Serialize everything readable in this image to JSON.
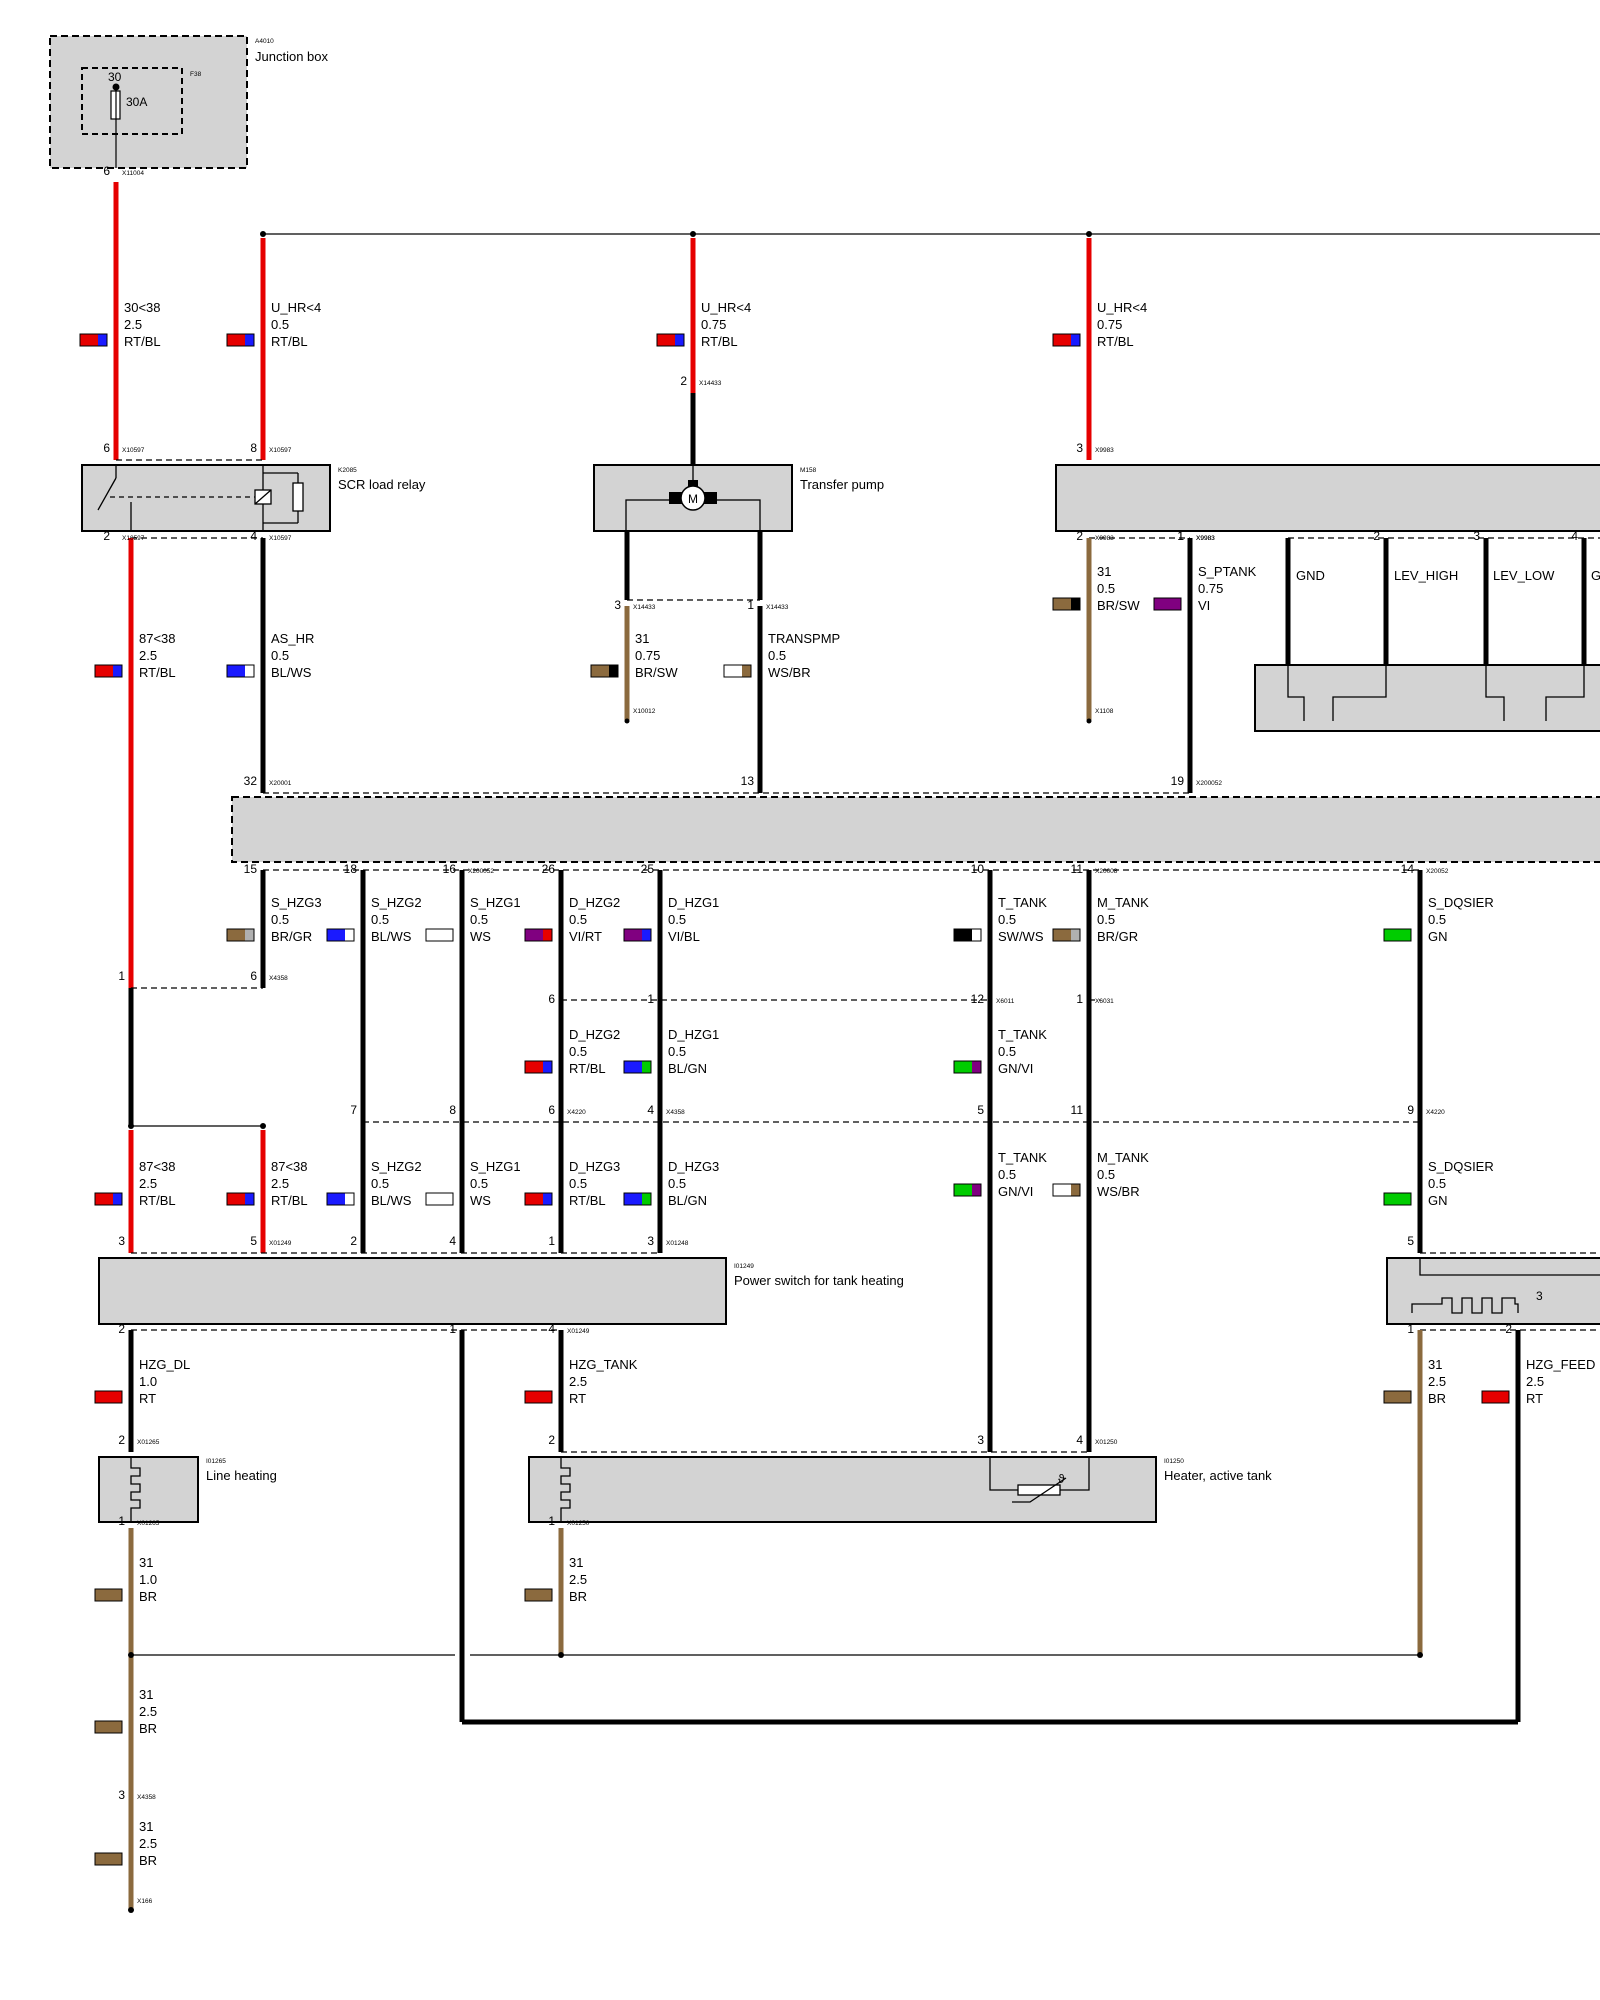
{
  "components": {
    "junction_box": {
      "code": "A4010",
      "name": "Junction box",
      "fuse_code": "F38",
      "fuse_terminal": "30",
      "fuse_rating": "30A"
    },
    "scr_load_relay": {
      "code": "K2085",
      "name": "SCR load relay"
    },
    "transfer_pump": {
      "code": "M158",
      "name": "Transfer pump"
    },
    "power_switch": {
      "code": "I01249",
      "name": "Power switch for tank heating"
    },
    "line_heating": {
      "code": "I01265",
      "name": "Line heating"
    },
    "heater_active_tank": {
      "code": "I01250",
      "name": "Heater, active tank",
      "theta": "ϑ"
    },
    "right_module": {
      "number": "3"
    }
  },
  "connectors": [
    {
      "id": "X11004",
      "pin": "6"
    },
    {
      "id": "X14433",
      "pin": "2"
    },
    {
      "id": "X10597",
      "pin": "6"
    },
    {
      "id": "X10597",
      "pin": "8"
    },
    {
      "id": "X9983",
      "pin": "3"
    },
    {
      "id": "X10597",
      "pin": "2"
    },
    {
      "id": "X10597",
      "pin": "4"
    },
    {
      "id": "X14433",
      "pin": "3"
    },
    {
      "id": "X14433",
      "pin": "1"
    },
    {
      "id": "X9983",
      "pin": "2"
    },
    {
      "id": "X9983",
      "pin": "1"
    },
    {
      "id": "X10012",
      "pin": ""
    },
    {
      "id": "X1108",
      "pin": ""
    },
    {
      "id": "X20001",
      "pin": "32"
    },
    {
      "id": "",
      "pin": "13"
    },
    {
      "id": "X200052",
      "pin": "19"
    },
    {
      "id": "",
      "pin": "15"
    },
    {
      "id": "",
      "pin": "18"
    },
    {
      "id": "X200052",
      "pin": "16"
    },
    {
      "id": "",
      "pin": "26"
    },
    {
      "id": "",
      "pin": "25"
    },
    {
      "id": "",
      "pin": "10"
    },
    {
      "id": "X20008",
      "pin": "11"
    },
    {
      "id": "X20052",
      "pin": "14"
    },
    {
      "id": "X4358",
      "pin": "6"
    },
    {
      "id": "",
      "pin": "1"
    },
    {
      "id": "",
      "pin": "6"
    },
    {
      "id": "",
      "pin": "1"
    },
    {
      "id": "X6011",
      "pin": "12"
    },
    {
      "id": "X6031",
      "pin": "1"
    },
    {
      "id": "",
      "pin": "7"
    },
    {
      "id": "",
      "pin": "8"
    },
    {
      "id": "X4220",
      "pin": "6"
    },
    {
      "id": "X4358",
      "pin": "4"
    },
    {
      "id": "",
      "pin": "5"
    },
    {
      "id": "",
      "pin": "11"
    },
    {
      "id": "X4220",
      "pin": "9"
    },
    {
      "id": "",
      "pin": "3"
    },
    {
      "id": "X01249",
      "pin": "5"
    },
    {
      "id": "",
      "pin": "2"
    },
    {
      "id": "",
      "pin": "4"
    },
    {
      "id": "",
      "pin": "1"
    },
    {
      "id": "X01248",
      "pin": "3"
    },
    {
      "id": "",
      "pin": "5"
    },
    {
      "id": "",
      "pin": "2"
    },
    {
      "id": "",
      "pin": "1"
    },
    {
      "id": "X01249",
      "pin": "4"
    },
    {
      "id": "",
      "pin": "1"
    },
    {
      "id": "",
      "pin": "2"
    },
    {
      "id": "X01265",
      "pin": "2"
    },
    {
      "id": "",
      "pin": "2"
    },
    {
      "id": "",
      "pin": "3"
    },
    {
      "id": "X01250",
      "pin": "4"
    },
    {
      "id": "X01265",
      "pin": "1"
    },
    {
      "id": "X01250",
      "pin": "1"
    },
    {
      "id": "X4358",
      "pin": "3"
    },
    {
      "id": "X166",
      "pin": ""
    },
    {
      "id": "X9983",
      "pin": "1"
    },
    {
      "id": "",
      "pin": "2"
    },
    {
      "id": "",
      "pin": "3"
    },
    {
      "id": "",
      "pin": "4"
    },
    {
      "id": "X",
      "pin": ""
    }
  ],
  "wires": [
    {
      "signal": "30<38",
      "size": "2.5",
      "color": "RT/BL",
      "c1": "#e60000",
      "c2": "#1a1aff"
    },
    {
      "signal": "U_HR<4",
      "size": "0.5",
      "color": "RT/BL",
      "c1": "#e60000",
      "c2": "#1a1aff"
    },
    {
      "signal": "U_HR<4",
      "size": "0.75",
      "color": "RT/BL",
      "c1": "#e60000",
      "c2": "#1a1aff"
    },
    {
      "signal": "U_HR<4",
      "size": "0.75",
      "color": "RT/BL",
      "c1": "#e60000",
      "c2": "#1a1aff"
    },
    {
      "signal": "31",
      "size": "0.5",
      "color": "BR/SW",
      "c1": "#8b6a3e",
      "c2": "#000000"
    },
    {
      "signal": "S_PTANK",
      "size": "0.75",
      "color": "VI",
      "c1": "#800080",
      "c2": "#800080"
    },
    {
      "signal": "87<38",
      "size": "2.5",
      "color": "RT/BL",
      "c1": "#e60000",
      "c2": "#1a1aff"
    },
    {
      "signal": "AS_HR",
      "size": "0.5",
      "color": "BL/WS",
      "c1": "#1a1aff",
      "c2": "#ffffff"
    },
    {
      "signal": "31",
      "size": "0.75",
      "color": "BR/SW",
      "c1": "#8b6a3e",
      "c2": "#000000"
    },
    {
      "signal": "TRANSPMP",
      "size": "0.5",
      "color": "WS/BR",
      "c1": "#ffffff",
      "c2": "#8b6a3e"
    },
    {
      "signal": "S_HZG3",
      "size": "0.5",
      "color": "BR/GR",
      "c1": "#8b6a3e",
      "c2": "#b0b0b0"
    },
    {
      "signal": "S_HZG2",
      "size": "0.5",
      "color": "BL/WS",
      "c1": "#1a1aff",
      "c2": "#ffffff"
    },
    {
      "signal": "S_HZG1",
      "size": "0.5",
      "color": "WS",
      "c1": "#ffffff",
      "c2": "#ffffff"
    },
    {
      "signal": "D_HZG2",
      "size": "0.5",
      "color": "VI/RT",
      "c1": "#800080",
      "c2": "#e60000"
    },
    {
      "signal": "D_HZG1",
      "size": "0.5",
      "color": "VI/BL",
      "c1": "#800080",
      "c2": "#1a1aff"
    },
    {
      "signal": "T_TANK",
      "size": "0.5",
      "color": "SW/WS",
      "c1": "#000000",
      "c2": "#ffffff"
    },
    {
      "signal": "M_TANK",
      "size": "0.5",
      "color": "BR/GR",
      "c1": "#8b6a3e",
      "c2": "#b0b0b0"
    },
    {
      "signal": "S_DQSIER",
      "size": "0.5",
      "color": "GN",
      "c1": "#00cc00",
      "c2": "#00cc00"
    },
    {
      "signal": "D_HZG2",
      "size": "0.5",
      "color": "RT/BL",
      "c1": "#e60000",
      "c2": "#1a1aff"
    },
    {
      "signal": "D_HZG1",
      "size": "0.5",
      "color": "BL/GN",
      "c1": "#1a1aff",
      "c2": "#00cc00"
    },
    {
      "signal": "T_TANK",
      "size": "0.5",
      "color": "GN/VI",
      "c1": "#00cc00",
      "c2": "#800080"
    },
    {
      "signal": "87<38",
      "size": "2.5",
      "color": "RT/BL",
      "c1": "#e60000",
      "c2": "#1a1aff"
    },
    {
      "signal": "87<38",
      "size": "2.5",
      "color": "RT/BL",
      "c1": "#e60000",
      "c2": "#1a1aff"
    },
    {
      "signal": "S_HZG2",
      "size": "0.5",
      "color": "BL/WS",
      "c1": "#1a1aff",
      "c2": "#ffffff"
    },
    {
      "signal": "S_HZG1",
      "size": "0.5",
      "color": "WS",
      "c1": "#ffffff",
      "c2": "#ffffff"
    },
    {
      "signal": "D_HZG3",
      "size": "0.5",
      "color": "RT/BL",
      "c1": "#e60000",
      "c2": "#1a1aff"
    },
    {
      "signal": "D_HZG3",
      "size": "0.5",
      "color": "BL/GN",
      "c1": "#1a1aff",
      "c2": "#00cc00"
    },
    {
      "signal": "T_TANK",
      "size": "0.5",
      "color": "GN/VI",
      "c1": "#00cc00",
      "c2": "#800080"
    },
    {
      "signal": "M_TANK",
      "size": "0.5",
      "color": "WS/BR",
      "c1": "#ffffff",
      "c2": "#8b6a3e"
    },
    {
      "signal": "S_DQSIER",
      "size": "0.5",
      "color": "GN",
      "c1": "#00cc00",
      "c2": "#00cc00"
    },
    {
      "signal": "HZG_DL",
      "size": "1.0",
      "color": "RT",
      "c1": "#e60000",
      "c2": "#e60000"
    },
    {
      "signal": "HZG_TANK",
      "size": "2.5",
      "color": "RT",
      "c1": "#e60000",
      "c2": "#e60000"
    },
    {
      "signal": "31",
      "size": "2.5",
      "color": "BR",
      "c1": "#8b6a3e",
      "c2": "#8b6a3e"
    },
    {
      "signal": "HZG_FEED",
      "size": "2.5",
      "color": "RT",
      "c1": "#e60000",
      "c2": "#e60000"
    },
    {
      "signal": "31",
      "size": "1.0",
      "color": "BR",
      "c1": "#8b6a3e",
      "c2": "#8b6a3e"
    },
    {
      "signal": "31",
      "size": "2.5",
      "color": "BR",
      "c1": "#8b6a3e",
      "c2": "#8b6a3e"
    },
    {
      "signal": "31",
      "size": "2.5",
      "color": "BR",
      "c1": "#8b6a3e",
      "c2": "#8b6a3e"
    },
    {
      "signal": "31",
      "size": "2.5",
      "color": "BR",
      "c1": "#8b6a3e",
      "c2": "#8b6a3e"
    }
  ],
  "sensor_signals": [
    "GND",
    "LEV_HIGH",
    "LEV_LOW",
    "G"
  ]
}
